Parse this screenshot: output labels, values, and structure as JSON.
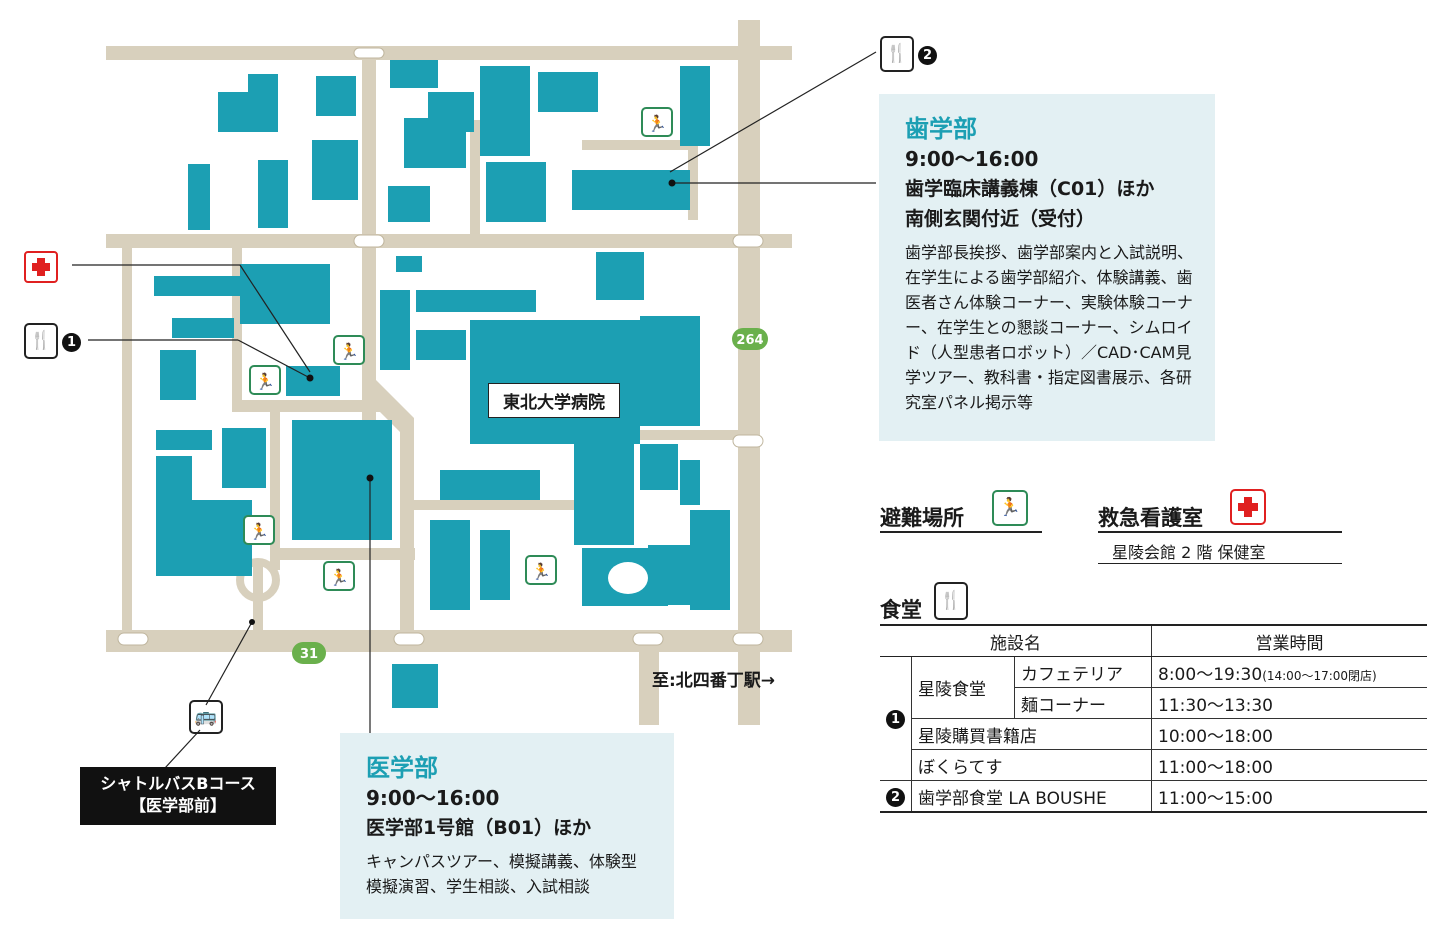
{
  "hospital_label": "東北大学病院",
  "station_label": "至:北四番丁駅→",
  "route_264": "264",
  "route_31": "31",
  "shuttle": {
    "line1": "シャトルバスBコース",
    "line2": "【医学部前】"
  },
  "marker_1": "1",
  "marker_2": "2",
  "dentistry": {
    "title": "歯学部",
    "hours": "9:00〜16:00",
    "location1": "歯学臨床講義棟（C01）ほか",
    "location2": "南側玄関付近（受付）",
    "description": "歯学部長挨拶、歯学部案内と入試説明、在学生による歯学部紹介、体験講義、歯医者さん体験コーナー、実験体験コーナー、在学生との懇談コーナー、シムロイド（人型患者ロボット）／CAD･CAM見学ツアー、教科書・指定図書展示、各研究室パネル掲示等"
  },
  "medicine": {
    "title": "医学部",
    "hours": "9:00〜16:00",
    "location": "医学部1号館（B01）ほか",
    "description": "キャンパスツアー、模擬講義、体験型模擬演習、学生相談、入試相談"
  },
  "legend": {
    "evacuation": "避難場所",
    "infirmary": "救急看護室",
    "infirmary_location": "星陵会館 2 階 保健室",
    "cafeteria": "食堂"
  },
  "cafe_table": {
    "header_facility": "施設名",
    "header_hours": "営業時間",
    "rows": [
      {
        "group": "星陵食堂",
        "name": "カフェテリア",
        "hours": "8:00〜19:30",
        "note": "(14:00〜17:00閉店)"
      },
      {
        "name": "麺コーナー",
        "hours": "11:30〜13:30"
      },
      {
        "name": "星陵購買書籍店",
        "hours": "10:00〜18:00"
      },
      {
        "name": "ぼくらてす",
        "hours": "11:00〜18:00"
      },
      {
        "name": "歯学部食堂 LA BOUSHE",
        "hours": "11:00〜15:00"
      }
    ]
  },
  "colors": {
    "building": "#1c9fb3",
    "road": "#d8d0bd",
    "callout_bg": "#e3f0f3",
    "evac": "#2e8b57",
    "first_aid": "#e02020",
    "route_badge": "#6ab04c"
  }
}
